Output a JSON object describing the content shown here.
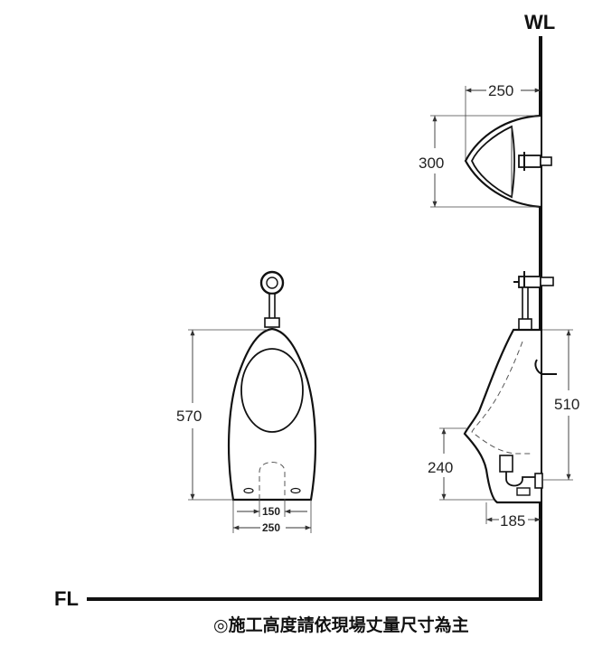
{
  "labels": {
    "wall_line": "WL",
    "floor_line": "FL",
    "footnote": "◎施工高度請依現場丈量尺寸為主"
  },
  "dimensions": {
    "top_depth": "250",
    "top_height": "300",
    "front_height": "570",
    "front_inner_width": "150",
    "front_outer_width": "250",
    "side_height": "510",
    "side_lip_height": "240",
    "side_base_depth": "185"
  }
}
